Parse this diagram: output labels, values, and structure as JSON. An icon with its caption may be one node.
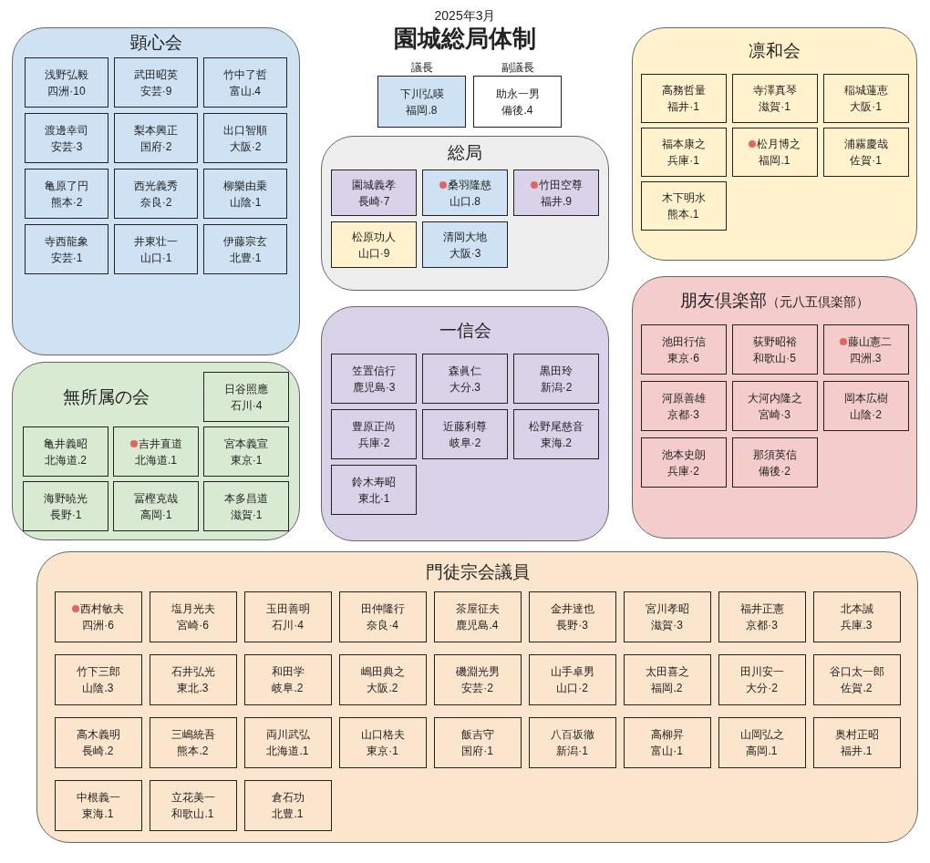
{
  "diagram": {
    "title": "園城総局体制",
    "labels": [
      "2025年3月"
    ],
    "nodes": [
      {
        "text": [
          "顕心会"
        ]
      },
      {
        "text": [
          "浅野弘毅",
          "四洲·10"
        ],
        "in": 0
      },
      {
        "text": [
          "武田昭英",
          "安芸·9"
        ],
        "in": 0
      },
      {
        "text": [
          "竹中了哲",
          "富山.4"
        ],
        "in": 0
      },
      {
        "text": [
          "渡邊幸司",
          "安芸·3"
        ],
        "in": 0
      },
      {
        "text": [
          "梨本興正",
          "国府·2"
        ],
        "in": 0
      },
      {
        "text": [
          "出口智順",
          "大阪·2"
        ],
        "in": 0
      },
      {
        "text": [
          "亀原了円",
          "熊本·2"
        ],
        "in": 0
      },
      {
        "text": [
          "西光義秀",
          "奈良·2"
        ],
        "in": 0
      },
      {
        "text": [
          "柳樂由乗",
          "山陰·1"
        ],
        "in": 0
      },
      {
        "text": [
          "寺西龍象",
          "安芸·1"
        ],
        "in": 0
      },
      {
        "text": [
          "井東壮一",
          "山口·1"
        ],
        "in": 0
      },
      {
        "text": [
          "伊藤宗玄",
          "北豊·1"
        ],
        "in": 0
      },
      {
        "text": [
          "議長",
          "下川弘暎",
          "福岡.8"
        ]
      },
      {
        "text": [
          "副議長",
          "助永一男",
          "備後.4"
        ]
      },
      {
        "text": [
          "総局"
        ]
      },
      {
        "text": [
          "園城義孝",
          "長崎·7"
        ],
        "in": 15
      },
      {
        "text": [
          "桑羽隆慈",
          "山口.8"
        ],
        "in": 15
      },
      {
        "text": [
          "竹田空尊",
          "福井.9"
        ],
        "in": 15
      },
      {
        "text": [
          "松原功人",
          "山口·9"
        ],
        "in": 15
      },
      {
        "text": [
          "清岡大地",
          "大阪·3"
        ],
        "in": 15
      },
      {
        "text": [
          "凛和会"
        ]
      },
      {
        "text": [
          "高務哲量",
          "福井·1"
        ],
        "in": 21
      },
      {
        "text": [
          "寺澤真琴",
          "滋賀·1"
        ],
        "in": 21
      },
      {
        "text": [
          "稲城蓮恵",
          "大阪·1"
        ],
        "in": 21
      },
      {
        "text": [
          "福本康之",
          "兵庫·1"
        ],
        "in": 21
      },
      {
        "text": [
          "松月博之",
          "福岡.1"
        ],
        "in": 21
      },
      {
        "text": [
          "浦霧慶哉",
          "佐賀·1"
        ],
        "in": 21
      },
      {
        "text": [
          "木下明水",
          "熊本.1"
        ],
        "in": 21
      },
      {
        "text": [
          "無所属の会"
        ]
      },
      {
        "text": [
          "日谷照應",
          "石川·4"
        ],
        "in": 29
      },
      {
        "text": [
          "亀井義昭",
          "北海道.2"
        ],
        "in": 29
      },
      {
        "text": [
          "吉井直道",
          "北海道.1"
        ],
        "in": 29
      },
      {
        "text": [
          "宮本義宣",
          "東京·1"
        ],
        "in": 29
      },
      {
        "text": [
          "海野暁光",
          "長野·1"
        ],
        "in": 29
      },
      {
        "text": [
          "冨樫克哉",
          "高岡·1"
        ],
        "in": 29
      },
      {
        "text": [
          "本多昌道",
          "滋賀·1"
        ],
        "in": 29
      },
      {
        "text": [
          "一信会"
        ]
      },
      {
        "text": [
          "笠置信行",
          "鹿児島·3"
        ],
        "in": 37
      },
      {
        "text": [
          "森眞仁",
          "大分.3"
        ],
        "in": 37
      },
      {
        "text": [
          "黒田玲",
          "新潟·2"
        ],
        "in": 37
      },
      {
        "text": [
          "豊原正尚",
          "兵庫·2"
        ],
        "in": 37
      },
      {
        "text": [
          "近藤利尊",
          "岐阜·2"
        ],
        "in": 37
      },
      {
        "text": [
          "松野尾慈音",
          "東海.2"
        ],
        "in": 37
      },
      {
        "text": [
          "鈴木寿昭",
          "東北·1"
        ],
        "in": 37
      },
      {
        "text": [
          "朋友倶楽部",
          "（元八五倶楽部）"
        ]
      },
      {
        "text": [
          "池田行信",
          "東京·6"
        ],
        "in": 45
      },
      {
        "text": [
          "荻野昭裕",
          "和歌山·5"
        ],
        "in": 45
      },
      {
        "text": [
          "藤山憲二",
          "四洲.3"
        ],
        "in": 45
      },
      {
        "text": [
          "河原善雄",
          "京都·3"
        ],
        "in": 45
      },
      {
        "text": [
          "大河内隆之",
          "宮崎·3"
        ],
        "in": 45
      },
      {
        "text": [
          "岡本広樹",
          "山陰·2"
        ],
        "in": 45
      },
      {
        "text": [
          "池本史朗",
          "兵庫·2"
        ],
        "in": 45
      },
      {
        "text": [
          "那須英信",
          "備後·2"
        ],
        "in": 45
      },
      {
        "text": [
          "門徒宗会議員"
        ]
      },
      {
        "text": [
          "西村敏夫",
          "四洲·6"
        ],
        "in": 54
      },
      {
        "text": [
          "塩月光夫",
          "宮崎·6"
        ],
        "in": 54
      },
      {
        "text": [
          "玉田善明",
          "石川·4"
        ],
        "in": 54
      },
      {
        "text": [
          "田仲隆行",
          "奈良·4"
        ],
        "in": 54
      },
      {
        "text": [
          "茶屋征夫",
          "鹿児島.4"
        ],
        "in": 54
      },
      {
        "text": [
          "金井達也",
          "長野·3"
        ],
        "in": 54
      },
      {
        "text": [
          "宮川孝昭",
          "滋賀·3"
        ],
        "in": 54
      },
      {
        "text": [
          "福井正憲",
          "京都·3"
        ],
        "in": 54
      },
      {
        "text": [
          "北本誠",
          "兵庫.3"
        ],
        "in": 54
      },
      {
        "text": [
          "竹下三郎",
          "山陰.3"
        ],
        "in": 54
      },
      {
        "text": [
          "石井弘光",
          "東北.3"
        ],
        "in": 54
      },
      {
        "text": [
          "和田学",
          "岐阜.2"
        ],
        "in": 54
      },
      {
        "text": [
          "嶋田典之",
          "大阪.2"
        ],
        "in": 54
      },
      {
        "text": [
          "磯淵光男",
          "安芸·2"
        ],
        "in": 54
      },
      {
        "text": [
          "山手卓男",
          "山口·2"
        ],
        "in": 54
      },
      {
        "text": [
          "太田喜之",
          "福岡.2"
        ],
        "in": 54
      },
      {
        "text": [
          "田川安一",
          "大分·2"
        ],
        "in": 54
      },
      {
        "text": [
          "谷口太一郎",
          "佐賀.2"
        ],
        "in": 54
      },
      {
        "text": [
          "高木義明",
          "長崎.2"
        ],
        "in": 54
      },
      {
        "text": [
          "三嶋統吾",
          "熊本.2"
        ],
        "in": 54
      },
      {
        "text": [
          "両川武弘",
          "北海道.1"
        ],
        "in": 54
      },
      {
        "text": [
          "山口格夫",
          "東京·1"
        ],
        "in": 54
      },
      {
        "text": [
          "飯吉守",
          "国府·1"
        ],
        "in": 54
      },
      {
        "text": [
          "八百坂徹",
          "新潟·1"
        ],
        "in": 54
      },
      {
        "text": [
          "高柳昇",
          "富山·1"
        ],
        "in": 54
      },
      {
        "text": [
          "山岡弘之",
          "高岡.1"
        ],
        "in": 54
      },
      {
        "text": [
          "奥村正昭",
          "福井.1"
        ],
        "in": 54
      },
      {
        "text": [
          "中根義一",
          "東海.1"
        ],
        "in": 54
      },
      {
        "text": [
          "立花美一",
          "和歌山.1"
        ],
        "in": 54
      },
      {
        "text": [
          "倉石功",
          "北豊.1"
        ],
        "in": 54
      }
    ]
  }
}
